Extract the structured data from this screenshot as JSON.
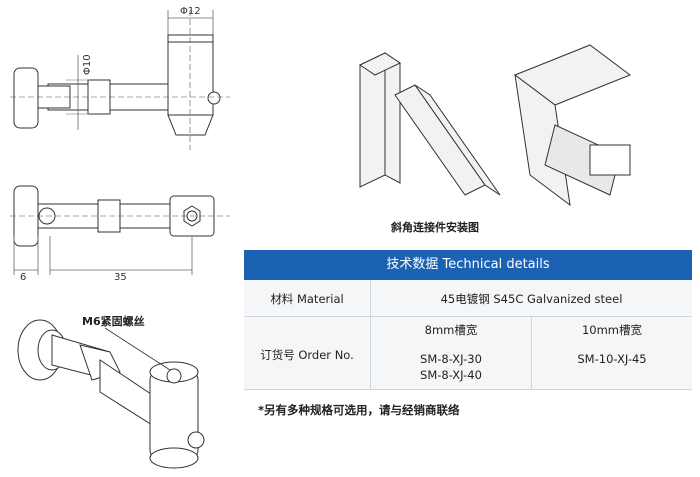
{
  "drawing": {
    "dim_phi12": "Φ12",
    "dim_phi10": "Φ10",
    "dim_6": "6",
    "dim_35": "35",
    "label_m6": "M6紧固螺丝",
    "install_caption": "斜角连接件安装图"
  },
  "table": {
    "header": "技术数据 Technical details",
    "material_label": "材料 Material",
    "material_value": "45电镀钢 S45C Galvanized steel",
    "order_label": "订货号 Order No.",
    "slot_8": "8mm槽宽",
    "slot_10": "10mm槽宽",
    "orders_8": [
      "SM-8-XJ-30",
      "SM-8-XJ-40"
    ],
    "orders_10": [
      "SM-10-XJ-45"
    ]
  },
  "footnote": "*另有多种规格可选用，请与经销商联络"
}
